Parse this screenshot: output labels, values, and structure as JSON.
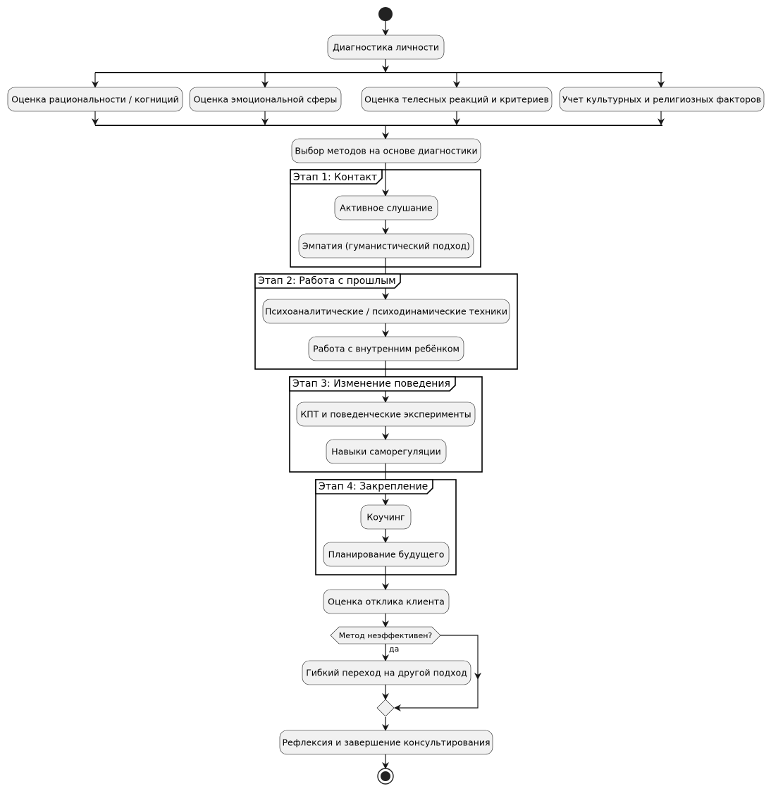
{
  "diagram": {
    "nodes": {
      "diag": "Диагностика личности",
      "ratio": "Оценка рациональности / когниций",
      "emo": "Оценка эмоциональной сферы",
      "body": "Оценка телесных реакций и критериев",
      "culture": "Учет культурных и религиозных факторов",
      "select": "Выбор методов на основе диагностики",
      "listen": "Активное слушание",
      "empathy": "Эмпатия (гуманистический подход)",
      "psycho": "Психоаналитические / психодинамические техники",
      "child": "Работа с внутренним ребёнком",
      "cbt": "КПТ и поведенческие эксперименты",
      "selfreg": "Навыки саморегуляции",
      "coach": "Коучинг",
      "future": "Планирование будущего",
      "response": "Оценка отклика клиента",
      "switch": "Гибкий переход на другой подход",
      "reflect": "Рефлексия и завершение консультирования"
    },
    "frames": {
      "stage1": "Этап 1: Контакт",
      "stage2": "Этап 2: Работа с прошлым",
      "stage3": "Этап 3: Изменение поведения",
      "stage4": "Этап 4: Закрепление"
    },
    "decision": {
      "question": "Метод неэффективен?",
      "yes_label": "да"
    }
  }
}
